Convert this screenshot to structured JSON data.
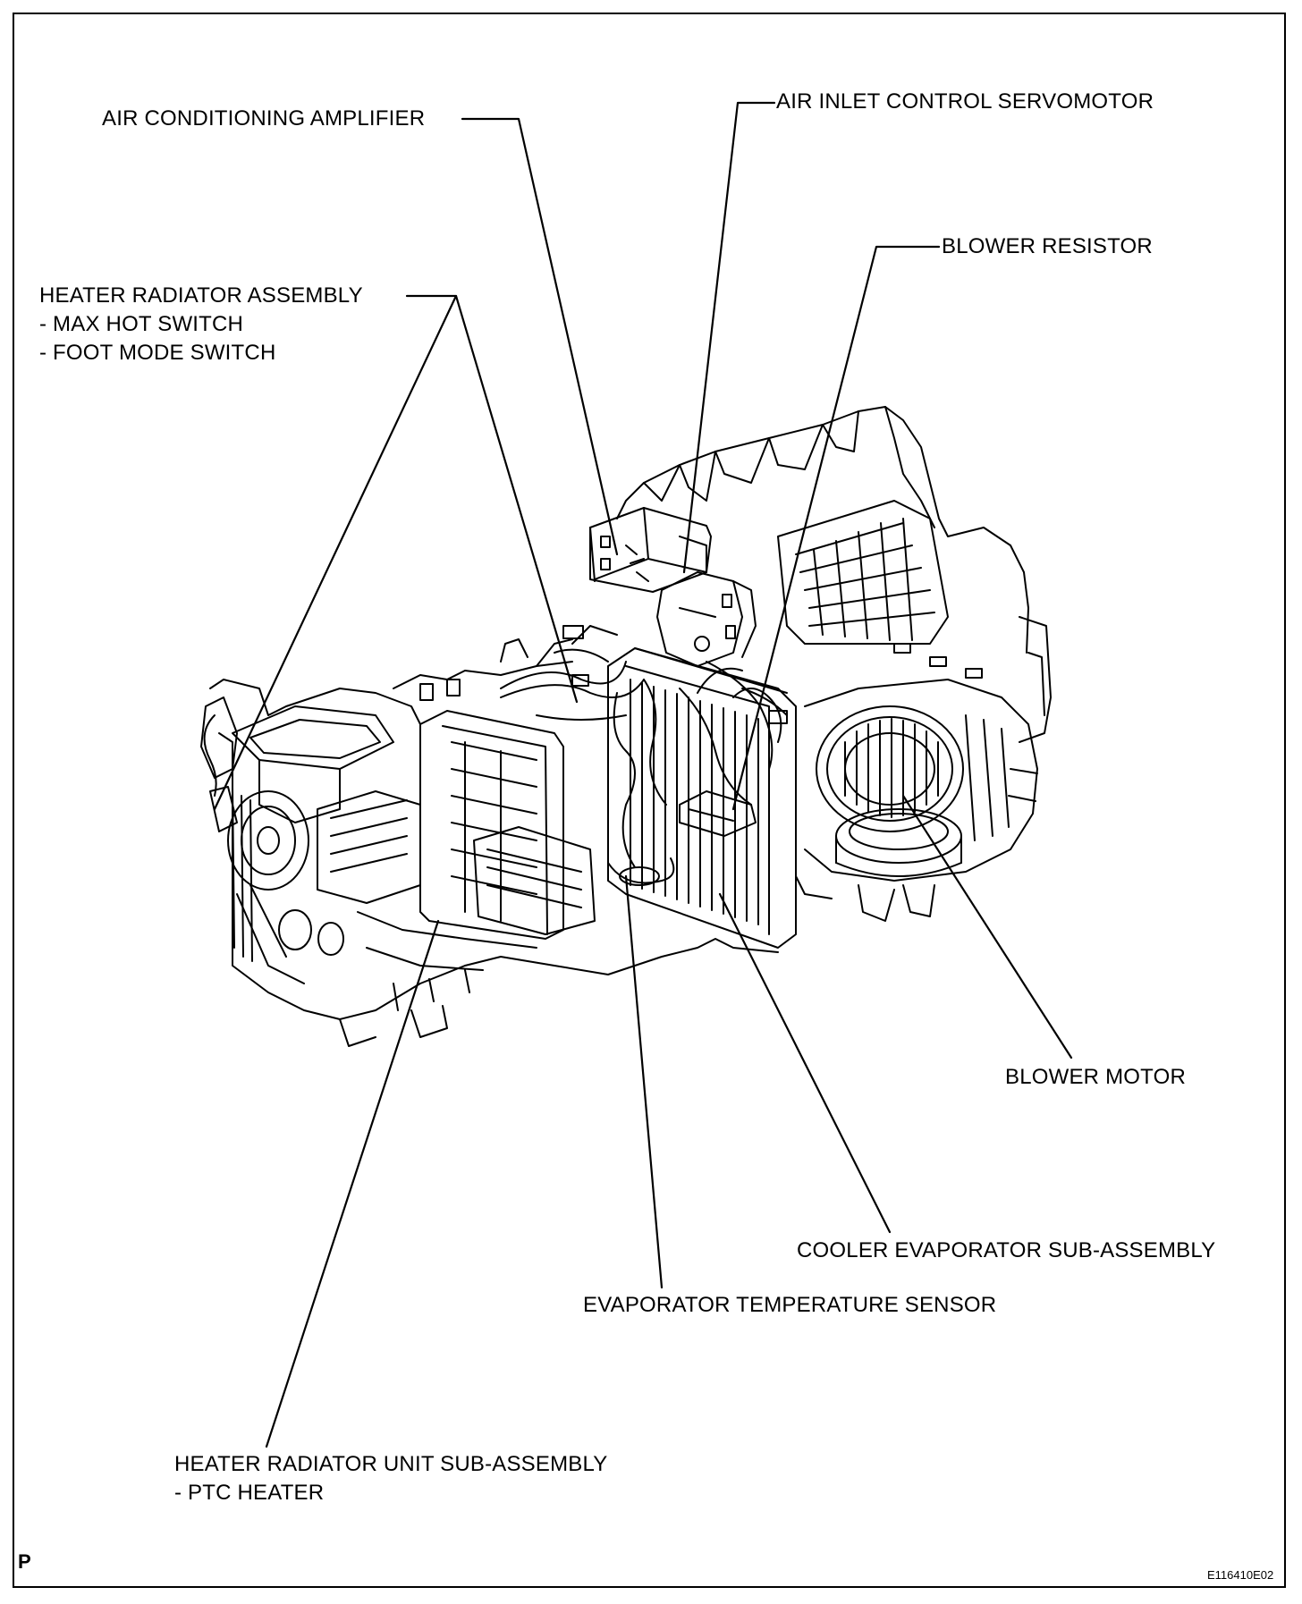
{
  "labels": {
    "air_conditioning_amplifier": "AIR CONDITIONING AMPLIFIER",
    "air_inlet_control_servomotor": "AIR INLET CONTROL SERVOMOTOR",
    "blower_resistor": "BLOWER RESISTOR",
    "heater_radiator_assembly": {
      "title": "HEATER RADIATOR ASSEMBLY",
      "items": [
        "- MAX HOT SWITCH",
        "- FOOT MODE SWITCH"
      ]
    },
    "blower_motor": "BLOWER MOTOR",
    "cooler_evaporator_sub_assembly": "COOLER EVAPORATOR SUB-ASSEMBLY",
    "evaporator_temperature_sensor": "EVAPORATOR TEMPERATURE SENSOR",
    "heater_radiator_unit_sub_assembly": {
      "title": "HEATER RADIATOR UNIT SUB-ASSEMBLY",
      "items": [
        "- PTC HEATER"
      ]
    }
  },
  "corner_mark": "P",
  "figure_code": "E116410E02"
}
